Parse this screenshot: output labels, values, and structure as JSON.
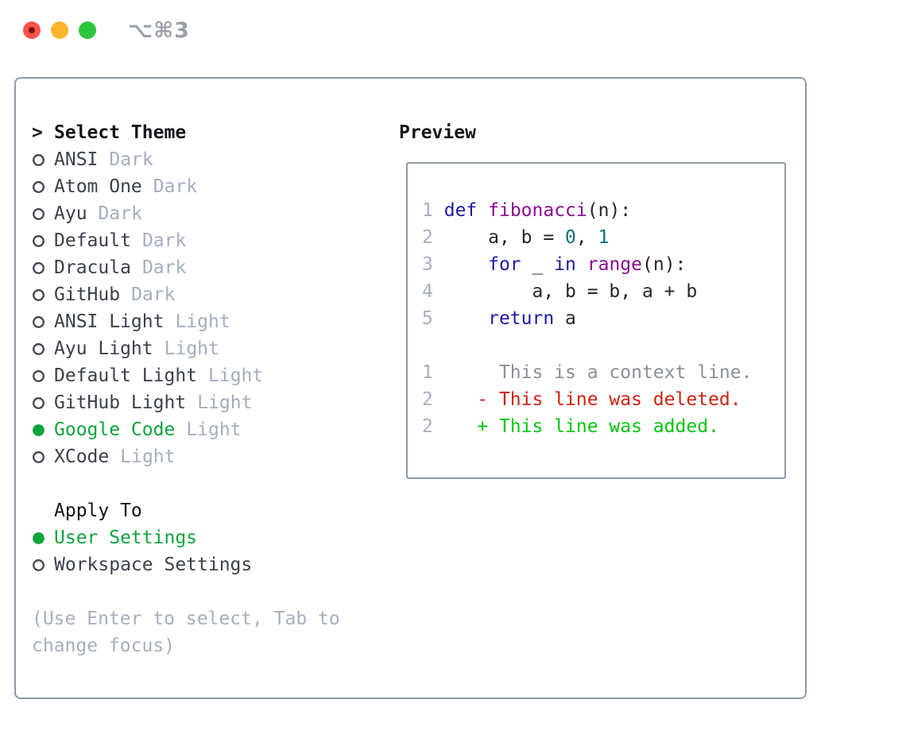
{
  "window": {
    "title": "⌥⌘3"
  },
  "colors": {
    "selection_green": "#0ea43d",
    "added_green": "#06c50f",
    "deleted_red": "#cb2310",
    "keyword_blue": "#1c1ca5",
    "function_purple": "#8b0a8e",
    "number_teal": "#0e7175",
    "ring_gray": "#42474f",
    "panel_border": "#8e99a4"
  },
  "theme_picker": {
    "prompt": ">",
    "title": "Select Theme",
    "items": [
      {
        "name": "ANSI",
        "tag": "Dark",
        "selected": false
      },
      {
        "name": "Atom One",
        "tag": "Dark",
        "selected": false
      },
      {
        "name": "Ayu",
        "tag": "Dark",
        "selected": false
      },
      {
        "name": "Default",
        "tag": "Dark",
        "selected": false
      },
      {
        "name": "Dracula",
        "tag": "Dark",
        "selected": false
      },
      {
        "name": "GitHub",
        "tag": "Dark",
        "selected": false
      },
      {
        "name": "ANSI Light",
        "tag": "Light",
        "selected": false
      },
      {
        "name": "Ayu Light",
        "tag": "Light",
        "selected": false
      },
      {
        "name": "Default Light",
        "tag": "Light",
        "selected": false
      },
      {
        "name": "GitHub Light",
        "tag": "Light",
        "selected": false
      },
      {
        "name": "Google Code",
        "tag": "Light",
        "selected": true
      },
      {
        "name": "XCode",
        "tag": "Light",
        "selected": false
      }
    ],
    "apply_to": {
      "title": "Apply To",
      "options": [
        {
          "name": "User Settings",
          "selected": true
        },
        {
          "name": "Workspace Settings",
          "selected": false
        }
      ]
    },
    "hint": "(Use Enter to select, Tab to change focus)"
  },
  "preview": {
    "title": "Preview",
    "code_lines": [
      {
        "num": "1",
        "tokens": [
          [
            "pl",
            " "
          ],
          [
            "kw",
            "def"
          ],
          [
            "pl",
            " "
          ],
          [
            "fn",
            "fibonacci"
          ],
          [
            "pl",
            "(n):"
          ]
        ]
      },
      {
        "num": "2",
        "tokens": [
          [
            "pl",
            "     a, b = "
          ],
          [
            "num",
            "0"
          ],
          [
            "pl",
            ", "
          ],
          [
            "num",
            "1"
          ]
        ]
      },
      {
        "num": "3",
        "tokens": [
          [
            "pl",
            "     "
          ],
          [
            "kw",
            "for"
          ],
          [
            "pl",
            " _ "
          ],
          [
            "kw",
            "in"
          ],
          [
            "pl",
            " "
          ],
          [
            "fn",
            "range"
          ],
          [
            "pl",
            "(n):"
          ]
        ]
      },
      {
        "num": "4",
        "tokens": [
          [
            "pl",
            "         a, b = b, a + b"
          ]
        ]
      },
      {
        "num": "5",
        "tokens": [
          [
            "pl",
            "     "
          ],
          [
            "kw",
            "return"
          ],
          [
            "pl",
            " a"
          ]
        ]
      }
    ],
    "diff_lines": [
      {
        "num": "1",
        "kind": "ctx",
        "text": "      This is a context line."
      },
      {
        "num": "2",
        "kind": "del",
        "text": "    - This line was deleted."
      },
      {
        "num": "2",
        "kind": "add",
        "text": "    + This line was added."
      }
    ]
  }
}
